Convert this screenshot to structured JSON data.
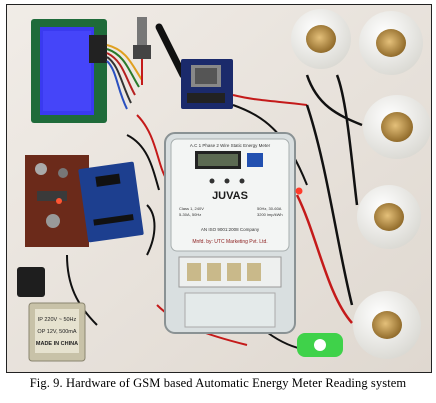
{
  "figure": {
    "caption": "Fig. 9. Hardware of GSM based Automatic Energy Meter Reading system"
  },
  "meter": {
    "header": "A.C 1 Phase 2 Wire Static Energy Meter",
    "brand": "JUVAS",
    "cert": "AN ISO 9001:2008 Company",
    "maker": "Mnfd. by: UTC Marketing Pvt. Ltd.",
    "spec_left_1": "Class 1, 240V",
    "spec_left_2": "5-30A, 50Hz",
    "spec_right_1": "50Hz, 30-60A",
    "spec_right_2": "3200 imp/kWh"
  },
  "transformer": {
    "line1": "IP 220V ~ 50Hz",
    "line2": "OP 12V, 500mA",
    "line3": "MADE IN CHINA"
  },
  "colors": {
    "board": "#ece6df",
    "lcd": "#3a3af0",
    "pcb": "#6b2a1a",
    "arduino": "#1d3f8f",
    "bulb": "#f4f4f1",
    "socket": "#b98a3c",
    "accent_wire": "#c41a1a"
  }
}
